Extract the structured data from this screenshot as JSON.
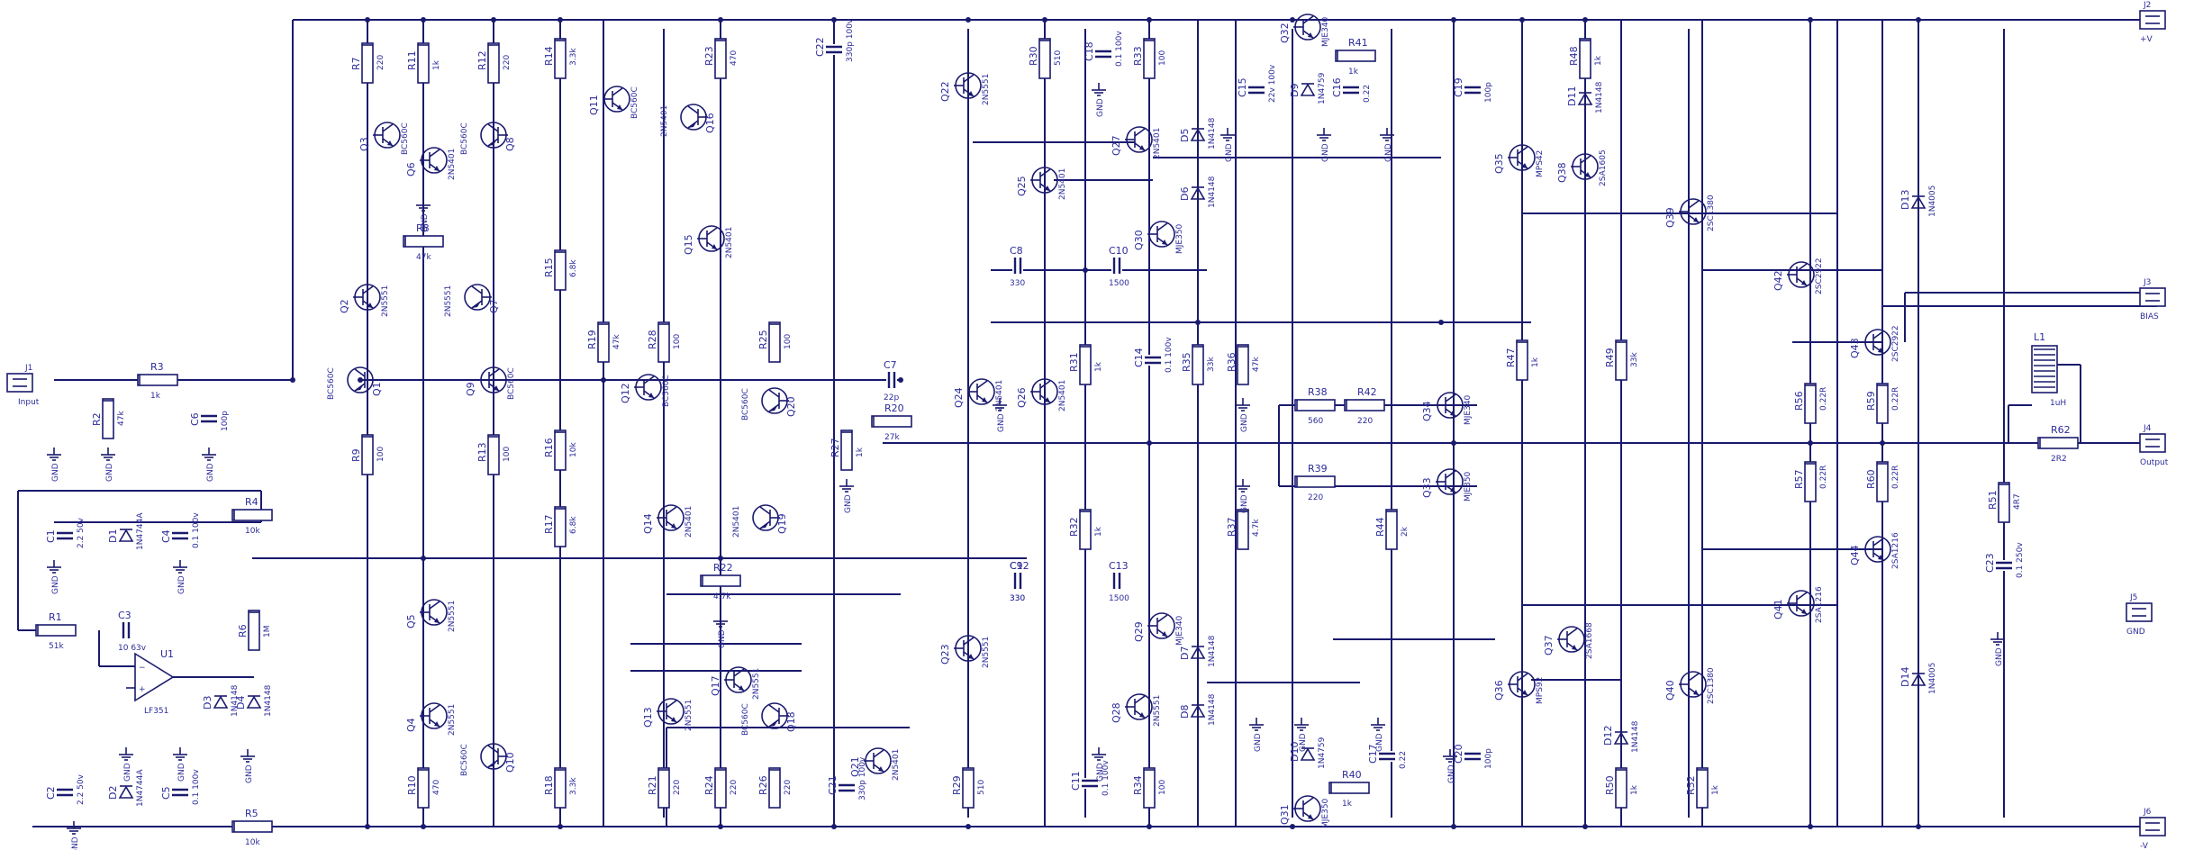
{
  "connectors": [
    {
      "ref": "J1",
      "label": "Input"
    },
    {
      "ref": "J2",
      "label": "+V"
    },
    {
      "ref": "J3",
      "label": "BIAS"
    },
    {
      "ref": "J4",
      "label": "Output"
    },
    {
      "ref": "J5",
      "label": "GND"
    },
    {
      "ref": "J6",
      "label": "-V"
    }
  ],
  "resistors": [
    {
      "ref": "R3",
      "value": "1k"
    },
    {
      "ref": "R2",
      "value": "47k"
    },
    {
      "ref": "R4",
      "value": "10k"
    },
    {
      "ref": "R1",
      "value": "51k"
    },
    {
      "ref": "R5",
      "value": "10k"
    },
    {
      "ref": "R6",
      "value": "1M"
    },
    {
      "ref": "R7",
      "value": "220"
    },
    {
      "ref": "R11",
      "value": "1k"
    },
    {
      "ref": "R12",
      "value": "220"
    },
    {
      "ref": "R8",
      "value": "47k"
    },
    {
      "ref": "R9",
      "value": "100"
    },
    {
      "ref": "R13",
      "value": "100"
    },
    {
      "ref": "R10",
      "value": "470"
    },
    {
      "ref": "R14",
      "value": "3.3k"
    },
    {
      "ref": "R15",
      "value": "6.8k"
    },
    {
      "ref": "R16",
      "value": "10k"
    },
    {
      "ref": "R17",
      "value": "6.8k"
    },
    {
      "ref": "R18",
      "value": "3.3k"
    },
    {
      "ref": "R19",
      "value": "47k"
    },
    {
      "ref": "R23",
      "value": "470"
    },
    {
      "ref": "R24",
      "value": "220"
    },
    {
      "ref": "R21",
      "value": "220"
    },
    {
      "ref": "R26",
      "value": "220"
    },
    {
      "ref": "R22",
      "value": "4.7k"
    },
    {
      "ref": "R25",
      "value": "100"
    },
    {
      "ref": "R28",
      "value": "100"
    },
    {
      "ref": "R20",
      "value": "27k"
    },
    {
      "ref": "R27",
      "value": "1k"
    },
    {
      "ref": "R29",
      "value": "510"
    },
    {
      "ref": "R30",
      "value": "510"
    },
    {
      "ref": "R31",
      "value": "1k"
    },
    {
      "ref": "R32",
      "value": "1k"
    },
    {
      "ref": "R33",
      "value": "100"
    },
    {
      "ref": "R34",
      "value": "100"
    },
    {
      "ref": "R35",
      "value": "33k"
    },
    {
      "ref": "R36",
      "value": "47k"
    },
    {
      "ref": "R37",
      "value": "4.7k"
    },
    {
      "ref": "R38",
      "value": "560"
    },
    {
      "ref": "R39",
      "value": "220"
    },
    {
      "ref": "R40",
      "value": "1k"
    },
    {
      "ref": "R41",
      "value": "1k"
    },
    {
      "ref": "R42",
      "value": "220"
    },
    {
      "ref": "R44",
      "value": "2k"
    },
    {
      "ref": "R47",
      "value": "1k"
    },
    {
      "ref": "R48",
      "value": "1k"
    },
    {
      "ref": "R49",
      "value": "33k"
    },
    {
      "ref": "R50",
      "value": "1k"
    },
    {
      "ref": "R51",
      "value": "4R7"
    },
    {
      "ref": "R52",
      "value": "1k"
    },
    {
      "ref": "R56",
      "value": "0.22R"
    },
    {
      "ref": "R57",
      "value": "0.22R"
    },
    {
      "ref": "R59",
      "value": "0.22R"
    },
    {
      "ref": "R60",
      "value": "0.22R"
    },
    {
      "ref": "R62",
      "value": "2R2"
    }
  ],
  "capacitors": [
    {
      "ref": "C1",
      "value": "2.2 50v"
    },
    {
      "ref": "C2",
      "value": "2.2 50v"
    },
    {
      "ref": "C3",
      "value": "10 63v"
    },
    {
      "ref": "C4",
      "value": "0.1 100v"
    },
    {
      "ref": "C5",
      "value": "0.1 100v"
    },
    {
      "ref": "C6",
      "value": "100p"
    },
    {
      "ref": "C7",
      "value": "22p"
    },
    {
      "ref": "C8",
      "value": "330"
    },
    {
      "ref": "C9",
      "value": "330"
    },
    {
      "ref": "C10",
      "value": "1500"
    },
    {
      "ref": "C11",
      "value": "0.1 100v"
    },
    {
      "ref": "C12",
      "value": "330"
    },
    {
      "ref": "C13",
      "value": "1500"
    },
    {
      "ref": "C14",
      "value": "0.1 100v"
    },
    {
      "ref": "C15",
      "value": "22v 100v"
    },
    {
      "ref": "C16",
      "value": "0.22"
    },
    {
      "ref": "C17",
      "value": "0.22"
    },
    {
      "ref": "C18",
      "value": "0.1 100v"
    },
    {
      "ref": "C19",
      "value": "100p"
    },
    {
      "ref": "C20",
      "value": "100p"
    },
    {
      "ref": "C21",
      "value": "330p 100v"
    },
    {
      "ref": "C22",
      "value": "330p 100v"
    },
    {
      "ref": "C23",
      "value": "0.1 250v"
    }
  ],
  "transistors": [
    {
      "ref": "Q1",
      "part": "BC560C"
    },
    {
      "ref": "Q2",
      "part": "2N5551"
    },
    {
      "ref": "Q3",
      "part": "BC560C"
    },
    {
      "ref": "Q4",
      "part": "2N5551"
    },
    {
      "ref": "Q5",
      "part": "2N5551"
    },
    {
      "ref": "Q6",
      "part": "2N5401"
    },
    {
      "ref": "Q7",
      "part": "2N5551"
    },
    {
      "ref": "Q8",
      "part": "BC560C"
    },
    {
      "ref": "Q9",
      "part": "BC560C"
    },
    {
      "ref": "Q10",
      "part": "BC560C"
    },
    {
      "ref": "Q11",
      "part": "BC560C"
    },
    {
      "ref": "Q12",
      "part": "BC560C"
    },
    {
      "ref": "Q13",
      "part": "2N5551"
    },
    {
      "ref": "Q14",
      "part": "2N5401"
    },
    {
      "ref": "Q15",
      "part": "2N5401"
    },
    {
      "ref": "Q16",
      "part": "2N5401"
    },
    {
      "ref": "Q17",
      "part": "2N5551"
    },
    {
      "ref": "Q18",
      "part": "BC560C"
    },
    {
      "ref": "Q19",
      "part": "2N5401"
    },
    {
      "ref": "Q20",
      "part": "BC560C"
    },
    {
      "ref": "Q21",
      "part": "2N5401"
    },
    {
      "ref": "Q22",
      "part": "2N5551"
    },
    {
      "ref": "Q23",
      "part": "2N5551"
    },
    {
      "ref": "Q24",
      "part": "2N5401"
    },
    {
      "ref": "Q25",
      "part": "2N5401"
    },
    {
      "ref": "Q26",
      "part": "2N5401"
    },
    {
      "ref": "Q27",
      "part": "2N5401"
    },
    {
      "ref": "Q28",
      "part": "2N5551"
    },
    {
      "ref": "Q29",
      "part": "MJE340"
    },
    {
      "ref": "Q30",
      "part": "MJE350"
    },
    {
      "ref": "Q31",
      "part": "MJE350"
    },
    {
      "ref": "Q32",
      "part": "MJE340"
    },
    {
      "ref": "Q33",
      "part": "MJE350"
    },
    {
      "ref": "Q34",
      "part": "MJE340"
    },
    {
      "ref": "Q35",
      "part": "MPS42"
    },
    {
      "ref": "Q36",
      "part": "MPS92"
    },
    {
      "ref": "Q37",
      "part": "2SA1668"
    },
    {
      "ref": "Q38",
      "part": "2SA1605"
    },
    {
      "ref": "Q39",
      "part": "2SC1380"
    },
    {
      "ref": "Q40",
      "part": "2SC1380"
    },
    {
      "ref": "Q41",
      "part": "2SA1216"
    },
    {
      "ref": "Q42",
      "part": "2SC2922"
    },
    {
      "ref": "Q43",
      "part": "2SC2922"
    },
    {
      "ref": "Q44",
      "part": "2SA1216"
    }
  ],
  "diodes": [
    {
      "ref": "D1",
      "part": "1N4744A"
    },
    {
      "ref": "D2",
      "part": "1N4744A"
    },
    {
      "ref": "D3",
      "part": "1N4148"
    },
    {
      "ref": "D4",
      "part": "1N4148"
    },
    {
      "ref": "D5",
      "part": "1N4148"
    },
    {
      "ref": "D6",
      "part": "1N4148"
    },
    {
      "ref": "D7",
      "part": "1N4148"
    },
    {
      "ref": "D8",
      "part": "1N4148"
    },
    {
      "ref": "D9",
      "part": "1N4759"
    },
    {
      "ref": "D10",
      "part": "1N4759"
    },
    {
      "ref": "D11",
      "part": "1N4148"
    },
    {
      "ref": "D12",
      "part": "1N4148"
    },
    {
      "ref": "D13",
      "part": "1N4005"
    },
    {
      "ref": "D14",
      "part": "1N4005"
    }
  ],
  "opamp": {
    "ref": "U1",
    "part": "LF351"
  },
  "inductor": {
    "ref": "L1",
    "value": "1uH"
  },
  "ground_label": "GND"
}
